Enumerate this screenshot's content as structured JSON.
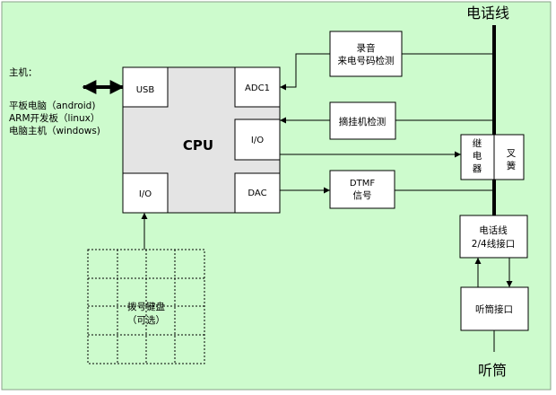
{
  "labels": {
    "phone_line": "电话线",
    "handset": "听筒",
    "host_title": "主机：",
    "host_lines": [
      "平板电脑（android)",
      "ARM开发板（linux）",
      "电脑主机（windows)"
    ]
  },
  "cpu": {
    "name": "CPU",
    "ports": {
      "usb": "USB",
      "adc1": "ADC1",
      "io_right": "I/O",
      "io_left": "I/O",
      "dac": "DAC"
    }
  },
  "modules": {
    "record": [
      "录音",
      "来电号码检测"
    ],
    "hook": "摘挂机检测",
    "dtmf": [
      "DTMF",
      "信号"
    ],
    "relay": [
      "继",
      "电",
      "器"
    ],
    "fork": [
      "叉",
      "簧"
    ],
    "line_iface": [
      "电话线",
      "2/4线接口"
    ],
    "handset_iface": "听筒接口",
    "keypad": [
      "拨号键盘",
      "（可选）"
    ]
  },
  "colors": {
    "background": "#cdfbcd",
    "cpu_fill": "#e4e4e4",
    "line": "#000000"
  }
}
